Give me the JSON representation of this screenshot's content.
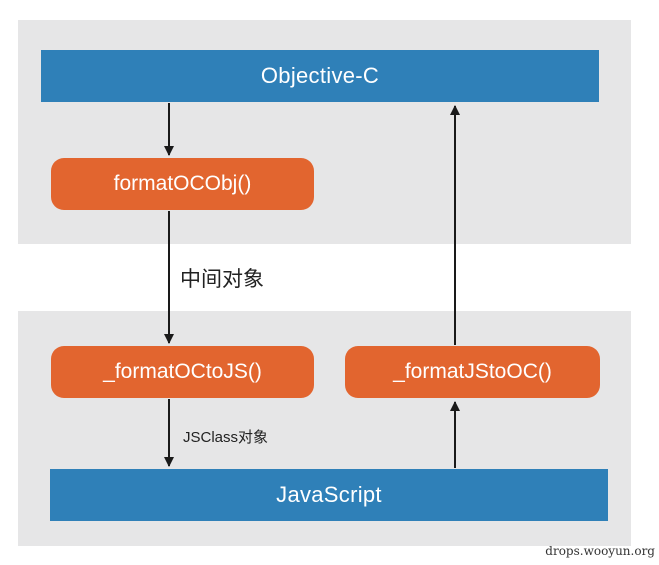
{
  "nodes": {
    "objective_c": "Objective-C",
    "format_oc_obj": "formatOCObj()",
    "format_oc_to_js": "_formatOCtoJS()",
    "format_js_to_oc": "_formatJStoOC()",
    "javascript": "JavaScript"
  },
  "labels": {
    "intermediate_object": "中间对象",
    "jsclass_object": "JSClass对象"
  },
  "watermark": "drops.wooyun.org",
  "colors": {
    "panel": "#e6e6e7",
    "bar": "#2f80b8",
    "pill": "#e2652f",
    "arrow": "#1a1a1a"
  }
}
